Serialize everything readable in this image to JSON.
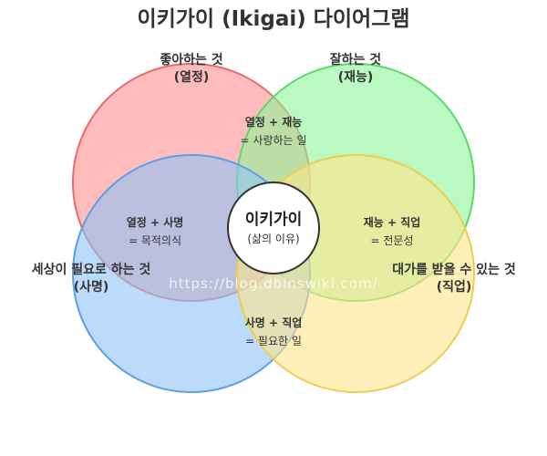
{
  "title": "이키가이 (Ikigai) 다이어그램",
  "circles": [
    {
      "id": "passion",
      "line1": "좋아하는 것",
      "line2": "(열정)",
      "fill": "#ff8f8f",
      "stroke": "#e86a6a"
    },
    {
      "id": "talent",
      "line1": "잘하는 것",
      "line2": "(재능)",
      "fill": "#8ef59a",
      "stroke": "#5ad86a"
    },
    {
      "id": "mission",
      "line1": "세상이 필요로 하는 것",
      "line2": "(사명)",
      "fill": "#8fc3f7",
      "stroke": "#5a9fe8"
    },
    {
      "id": "vocation",
      "line1": "대가를 받을 수 있는 것",
      "line2": "(직업)",
      "fill": "#ffe58a",
      "stroke": "#f0cc50"
    }
  ],
  "overlaps": [
    {
      "id": "passion-talent",
      "line1": "열정 + 재능",
      "line2": "= 사랑하는 일"
    },
    {
      "id": "passion-mission",
      "line1": "열정 + 사명",
      "line2": "= 목적의식"
    },
    {
      "id": "talent-vocation",
      "line1": "재능 + 직업",
      "line2": "= 전문성"
    },
    {
      "id": "mission-vocation",
      "line1": "사명 + 직업",
      "line2": "= 필요한 일"
    }
  ],
  "center": {
    "line1": "이키가이",
    "line2": "(삶의 이유)"
  },
  "watermark": "https://blog.dbinswiki.com/"
}
